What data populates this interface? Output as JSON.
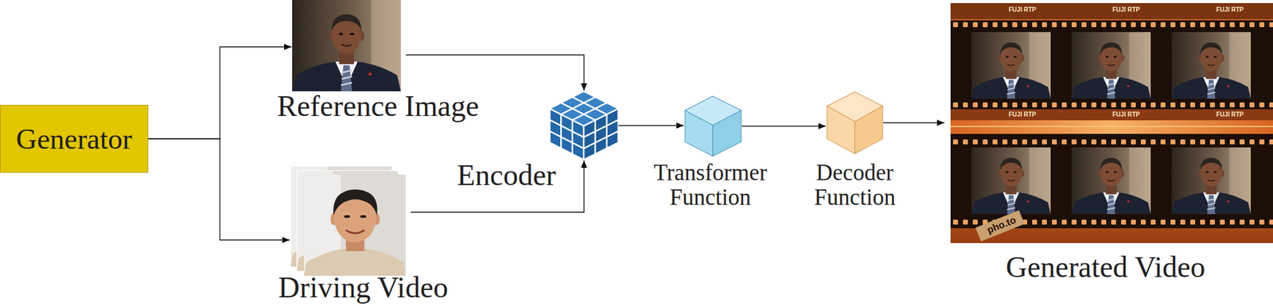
{
  "diagram": {
    "nodes": [
      {
        "text": [
          "Generator"
        ]
      },
      {
        "text": [
          "Reference Image"
        ]
      },
      {
        "text": [
          "Driving Video"
        ]
      },
      {
        "text": [
          "Encoder"
        ]
      },
      {
        "text": [
          "Transformer Function"
        ]
      },
      {
        "text": [
          "Decoder Function"
        ]
      },
      {
        "text": [
          "Generated Video"
        ]
      }
    ],
    "edges": [
      {
        "from": 0,
        "to": 1,
        "arrow": "to"
      },
      {
        "from": 0,
        "to": 2,
        "arrow": "to"
      },
      {
        "from": 1,
        "to": 3,
        "arrow": "to"
      },
      {
        "from": 2,
        "to": 3,
        "arrow": "to"
      },
      {
        "from": 3,
        "to": 4,
        "arrow": "to"
      },
      {
        "from": 4,
        "to": 5,
        "arrow": "to"
      },
      {
        "from": 5,
        "to": 6,
        "arrow": "to"
      }
    ],
    "labels": [
      "FUJI RTP",
      "FUJI RTP",
      "FUJI RTP",
      "FUJI RTP",
      "FUJI RTP",
      "FUJI RTP",
      "pho.to"
    ]
  }
}
